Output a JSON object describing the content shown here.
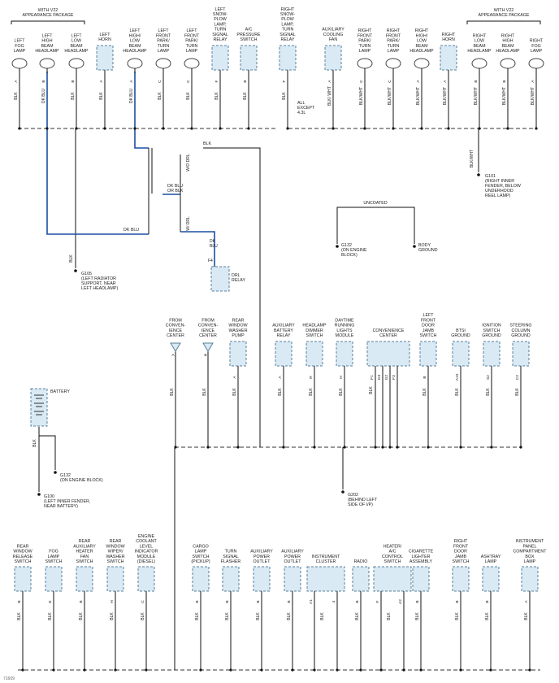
{
  "diagram_id": "71609",
  "top": {
    "v22_left": [
      "WITH V22",
      "APPEARANCE PACKAGE"
    ],
    "v22_right": [
      "WITH V22",
      "APPEARANCE PACKAGE"
    ],
    "components": [
      {
        "lines": [
          "LEFT",
          "FOG",
          "LAMP"
        ],
        "pin": "A",
        "wire": "BLK"
      },
      {
        "lines": [
          "LEFT",
          "HIGH",
          "BEAM",
          "HEADLAMP"
        ],
        "pin": "B",
        "wire": "DK BLU"
      },
      {
        "lines": [
          "LEFT",
          "LOW",
          "BEAM",
          "HEADLAMP"
        ],
        "pin": "B",
        "wire": "BLK"
      },
      {
        "lines": [
          "LEFT",
          "HORN"
        ],
        "pin": "A",
        "wire": "BLK"
      },
      {
        "lines": [
          "LEFT",
          "HIGH/",
          "LOW",
          "BEAM",
          "HEADLAMP"
        ],
        "pin": "A",
        "wire": "DK BLU"
      },
      {
        "lines": [
          "LEFT",
          "FRONT",
          "PARK/",
          "TURN",
          "LAMP"
        ],
        "pin": "C",
        "wire": "BLK"
      },
      {
        "lines": [
          "LEFT",
          "FRONT",
          "PARK/",
          "TURN",
          "LAMP"
        ],
        "pin": "C",
        "wire": "BLK"
      },
      {
        "lines": [
          "LEFT",
          "SNOW-",
          "PLOW",
          "LAMP,",
          "TURN",
          "SIGNAL",
          "RELAY"
        ],
        "pin": "F",
        "wire": "BLK"
      },
      {
        "lines": [
          "A/C",
          "PRESSURE",
          "SWITCH"
        ],
        "pin": "B",
        "wire": "BLK"
      },
      {
        "lines": [
          "RIGHT",
          "SNOW-",
          "PLOW",
          "LAMP,",
          "TURN",
          "SIGNAL",
          "RELAY"
        ],
        "pin": "F",
        "wire": "BLK"
      },
      {
        "lines": [
          "AUXILIARY",
          "COOLING",
          "FAN"
        ],
        "pin": "A",
        "wire": "BLK/ WHT"
      },
      {
        "lines": [
          "RIGHT",
          "FRONT",
          "PARK/",
          "TURN",
          "LAMP"
        ],
        "pin": "C",
        "wire": "BLK/WHT"
      },
      {
        "lines": [
          "RIGHT",
          "FRONT",
          "PARK/",
          "TURN",
          "LAMP"
        ],
        "pin": "C",
        "wire": "BLK/WHT"
      },
      {
        "lines": [
          "RIGHT",
          "HIGH/",
          "LOW",
          "BEAM",
          "HEADLAMP"
        ],
        "pin": "A",
        "wire": "BLK/WHT"
      },
      {
        "lines": [
          "RIGHT",
          "HORN"
        ],
        "pin": "A",
        "wire": "BLK/WHT"
      },
      {
        "lines": [
          "RIGHT",
          "LOW",
          "BEAM",
          "HEADLAMP"
        ],
        "pin": "B",
        "wire": "BLK/WHT"
      },
      {
        "lines": [
          "RIGHT",
          "HIGH",
          "BEAM",
          "HEADLAMP"
        ],
        "pin": "B",
        "wire": "BLK/WHT"
      },
      {
        "lines": [
          "RIGHT",
          "FOG",
          "LAMP"
        ],
        "pin": "A",
        "wire": "BLK/WHT"
      }
    ],
    "all_except": [
      "ALL",
      "EXCEPT",
      "4.3L"
    ],
    "g101": [
      "G101",
      "(RIGHT INNER",
      "FENDER, BELOW",
      "UNDERHOOD",
      "REEL LAMP)"
    ],
    "g101_wire": "BLK/WHT",
    "g105": [
      "G105",
      "(LEFT RADIATOR",
      "SUPPORT, NEAR",
      "LEFT HEADLAMP)"
    ],
    "g105_wire": "BLK",
    "wo_drl": "W/O DRL",
    "w_drl": "W/ DRL",
    "dk_blu_or_blk": [
      "DK BLU",
      "OR BLK"
    ],
    "dk_blu": "DK BLU",
    "drl_wire": [
      "DK",
      "BLU"
    ],
    "drl_pin": "F4",
    "drl_relay": [
      "DRL",
      "RELAY"
    ],
    "blk": "BLK",
    "uncoated": "UNCOATED",
    "g132_top": [
      "G132",
      "(ON ENGINE",
      "BLOCK)"
    ],
    "body_ground": [
      "BODY",
      "GROUND"
    ]
  },
  "middle": {
    "components": [
      {
        "lines": [
          "FROM",
          "CONVEN-",
          "IENCE",
          "CENTER"
        ],
        "pin": "A",
        "wire": "BLK"
      },
      {
        "lines": [
          "FROM",
          "CONVEN-",
          "IENCE",
          "CENTER"
        ],
        "pin": "B",
        "wire": "BLK"
      },
      {
        "lines": [
          "REAR",
          "WINDOW",
          "WASHER",
          "PUMP"
        ],
        "pin": "A",
        "wire": "BLK"
      },
      {
        "lines": [
          "AUXILIARY",
          "BATTERY",
          "RELAY"
        ],
        "pin": "A",
        "wire": "BLK"
      },
      {
        "lines": [
          "HEADLAMP",
          "DIMMER",
          "SWITCH"
        ],
        "pin": "R",
        "wire": "BLK"
      },
      {
        "lines": [
          "DAYTIME",
          "RUNNING",
          "LIGHTS",
          "MODULE"
        ],
        "pin": "H",
        "wire": "BLK"
      },
      {
        "lines": [
          "CONVENIENCE",
          "CENTER"
        ],
        "pins": [
          "F1",
          "G3",
          "G2",
          "F3"
        ],
        "wire": "BLK"
      },
      {
        "lines": [
          "LEFT",
          "FRONT",
          "DOOR",
          "JAMB",
          "SWITCH"
        ],
        "pin": "B",
        "wire": "BLK"
      },
      {
        "lines": [
          "BTSI",
          "GROUND"
        ],
        "pin": "A10",
        "wire": "BLK"
      },
      {
        "lines": [
          "IGNITION",
          "SWITCH",
          "GROUND"
        ],
        "pin": "S2",
        "wire": "BLK"
      },
      {
        "lines": [
          "STEERING",
          "COLUMN",
          "GROUND"
        ],
        "pin": "C2",
        "wire": "BLK"
      }
    ],
    "battery": "BATTERY",
    "battery_wire": "BLK",
    "g132": [
      "G132",
      "(ON ENGINE BLOCK)"
    ],
    "g100": [
      "G100",
      "(LEFT INNER FENDER,",
      "NEAR BATTERY)"
    ],
    "g202": [
      "G202",
      "(BEHIND LEFT",
      "SIDE OF I/P)"
    ]
  },
  "bottom": {
    "components": [
      {
        "lines": [
          "REAR",
          "WINDOW",
          "RELEASE",
          "SWITCH"
        ],
        "pin": "B",
        "wire": "BLK"
      },
      {
        "lines": [
          "FOG",
          "LAMP",
          "SWITCH"
        ],
        "pin": "E",
        "wire": "BLK"
      },
      {
        "lines": [
          "REAR",
          "AUXILIARY",
          "HEATER",
          "FAN",
          "SWITCH"
        ],
        "pin": "B",
        "wire": "BLK"
      },
      {
        "lines": [
          "REAR",
          "WINDOW",
          "WIPER/",
          "WASHER",
          "SWITCH"
        ],
        "pin": "H",
        "wire": "BLK"
      },
      {
        "lines": [
          "ENGINE",
          "COOLANT",
          "LEVEL",
          "INDICATOR",
          "MODULE",
          "(DIESEL)"
        ],
        "pin": "C",
        "wire": "BLK"
      },
      {
        "lines": [
          "CARGO",
          "LAMP",
          "SWITCH",
          "(PICKUP)"
        ],
        "pin": "B",
        "wire": "BLK"
      },
      {
        "lines": [
          "TURN",
          "SIGNAL",
          "FLASHER"
        ],
        "pin": "B",
        "wire": "BLK"
      },
      {
        "lines": [
          "AUXILIARY",
          "POWER",
          "OUTLET"
        ],
        "pin": "B",
        "wire": "BLK"
      },
      {
        "lines": [
          "AUXILIARY",
          "POWER",
          "OUTLET"
        ],
        "pin": "B",
        "wire": "BLK"
      },
      {
        "lines": [
          "INSTRUMENT",
          "CLUSTER"
        ],
        "pins": [
          "A1",
          "4"
        ],
        "wire": "BLK"
      },
      {
        "lines": [
          "RADIO"
        ],
        "pin": "B",
        "wire": "BLK"
      },
      {
        "lines": [
          "HEATER/",
          "A/C",
          "CONTROL",
          "SWITCH"
        ],
        "pins": [
          "F",
          "A2"
        ],
        "wire": "BLK"
      },
      {
        "lines": [
          "CIGARETTE",
          "LIGHTER",
          "ASSEMBLY"
        ],
        "pin": "B",
        "wire": "BLK"
      },
      {
        "lines": [
          "RIGHT",
          "FRONT",
          "DOOR",
          "JAMB",
          "SWITCH"
        ],
        "pin": "B",
        "wire": "BLK"
      },
      {
        "lines": [
          "ASHTRAY",
          "LAMP"
        ],
        "pin": "B",
        "wire": "BLK"
      },
      {
        "lines": [
          "INSTRUMENT",
          "PANEL",
          "COMPARTMENT",
          "BOX",
          "LAMP"
        ],
        "pin": "A",
        "wire": "BLK"
      }
    ]
  }
}
